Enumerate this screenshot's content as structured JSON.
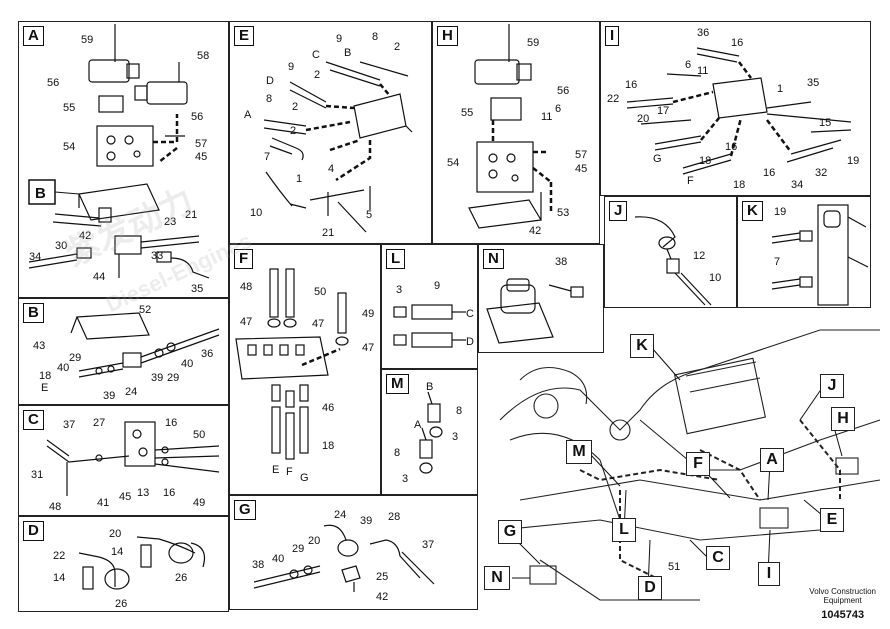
{
  "sections": {
    "A": "A",
    "B": "B",
    "C": "C",
    "D": "D",
    "E": "E",
    "F": "F",
    "G": "G",
    "H": "H",
    "I": "I",
    "J": "J",
    "K": "K",
    "L": "L",
    "M": "M",
    "N": "N"
  },
  "labels": {
    "A": [
      "59",
      "58",
      "56",
      "56",
      "55",
      "54",
      "57",
      "45",
      "B",
      "42",
      "23",
      "21",
      "30",
      "33",
      "34",
      "44",
      "35"
    ],
    "B": [
      "52",
      "43",
      "36",
      "29",
      "40",
      "39",
      "18",
      "E",
      "39",
      "24",
      "29",
      "40"
    ],
    "C": [
      "37",
      "27",
      "16",
      "50",
      "31",
      "41",
      "45",
      "13",
      "16",
      "49",
      "48"
    ],
    "D": [
      "20",
      "22",
      "14",
      "14",
      "26",
      "26"
    ],
    "E": [
      "9",
      "8",
      "2",
      "C",
      "B",
      "D",
      "9",
      "2",
      "2",
      "8",
      "A",
      "2",
      "7",
      "1",
      "4",
      "10",
      "5",
      "21"
    ],
    "F": [
      "48",
      "50",
      "47",
      "47",
      "49",
      "47",
      "46",
      "18",
      "E",
      "F",
      "G"
    ],
    "G": [
      "24",
      "39",
      "28",
      "40",
      "29",
      "20",
      "37",
      "38",
      "25",
      "42"
    ],
    "H": [
      "59",
      "56",
      "55",
      "11",
      "6",
      "54",
      "57",
      "45",
      "53",
      "42"
    ],
    "I": [
      "36",
      "16",
      "6",
      "11",
      "22",
      "16",
      "17",
      "1",
      "35",
      "20",
      "15",
      "G",
      "16",
      "18",
      "16",
      "32",
      "19",
      "F",
      "18",
      "34"
    ],
    "J": [
      "12",
      "10"
    ],
    "K": [
      "19",
      "7"
    ],
    "L": [
      "3",
      "9",
      "C",
      "D"
    ],
    "M": [
      "B",
      "8",
      "A",
      "3",
      "8",
      "3"
    ],
    "N": [
      "38"
    ],
    "overview": [
      "51"
    ]
  },
  "overview_callouts": [
    "K",
    "J",
    "H",
    "M",
    "F",
    "A",
    "E",
    "L",
    "C",
    "I",
    "G",
    "N",
    "D"
  ],
  "footer": {
    "brand_line1": "Volvo Construction",
    "brand_line2": "Equipment",
    "drawing_number": "1045743"
  },
  "watermark": {
    "line1": "紫发动力",
    "line2": "Diesel-Engines"
  },
  "colors": {
    "line": "#111111",
    "background": "#ffffff",
    "watermark": "#aaaaaa"
  }
}
